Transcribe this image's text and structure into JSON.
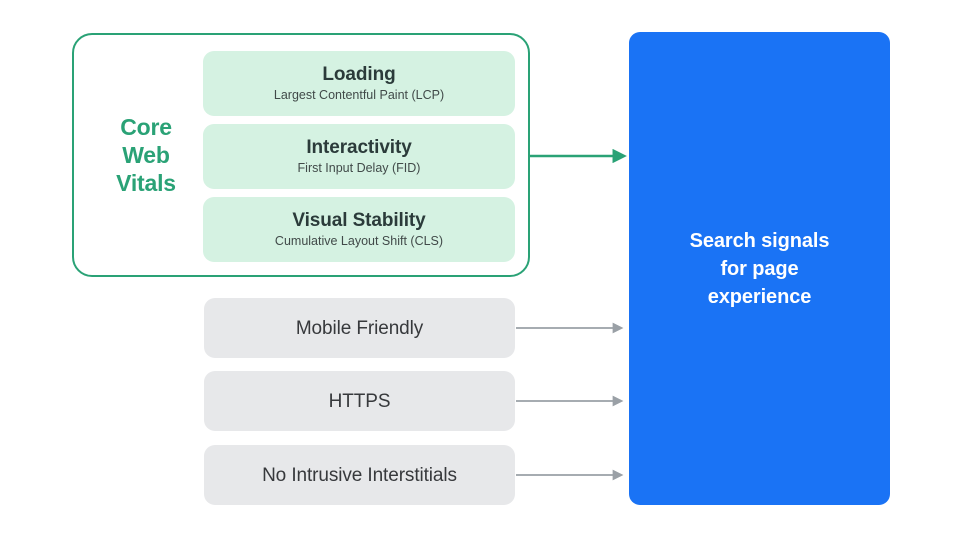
{
  "diagram": {
    "title": "Search signals for page experience",
    "colors": {
      "core_green": "#2aa276",
      "vital_card_bg": "#d5f2e2",
      "signal_card_bg": "#e7e8ea",
      "search_blue": "#1a73f5",
      "arrow_gray": "#9aa0a6",
      "text_dark": "#2b3b3a"
    }
  },
  "core_web_vitals": {
    "label_lines": [
      "Core",
      "Web",
      "Vitals"
    ],
    "label_text": "Core Web Vitals",
    "items": [
      {
        "title": "Loading",
        "subtitle": "Largest Contentful Paint (LCP)"
      },
      {
        "title": "Interactivity",
        "subtitle": "First Input Delay (FID)"
      },
      {
        "title": "Visual Stability",
        "subtitle": "Cumulative Layout Shift (CLS)"
      }
    ]
  },
  "other_signals": [
    {
      "label": "Mobile Friendly"
    },
    {
      "label": "HTTPS"
    },
    {
      "label": "No Intrusive Interstitials"
    }
  ],
  "search_signals": {
    "lines": [
      "Search signals",
      "for page",
      "experience"
    ],
    "text": "Search signals for page experience"
  },
  "arrows": [
    {
      "name": "core-web-vitals-to-search",
      "color": "#2aa276"
    },
    {
      "name": "mobile-friendly-to-search",
      "color": "#9aa0a6"
    },
    {
      "name": "https-to-search",
      "color": "#9aa0a6"
    },
    {
      "name": "no-intrusive-interstitials-to-search",
      "color": "#9aa0a6"
    }
  ]
}
